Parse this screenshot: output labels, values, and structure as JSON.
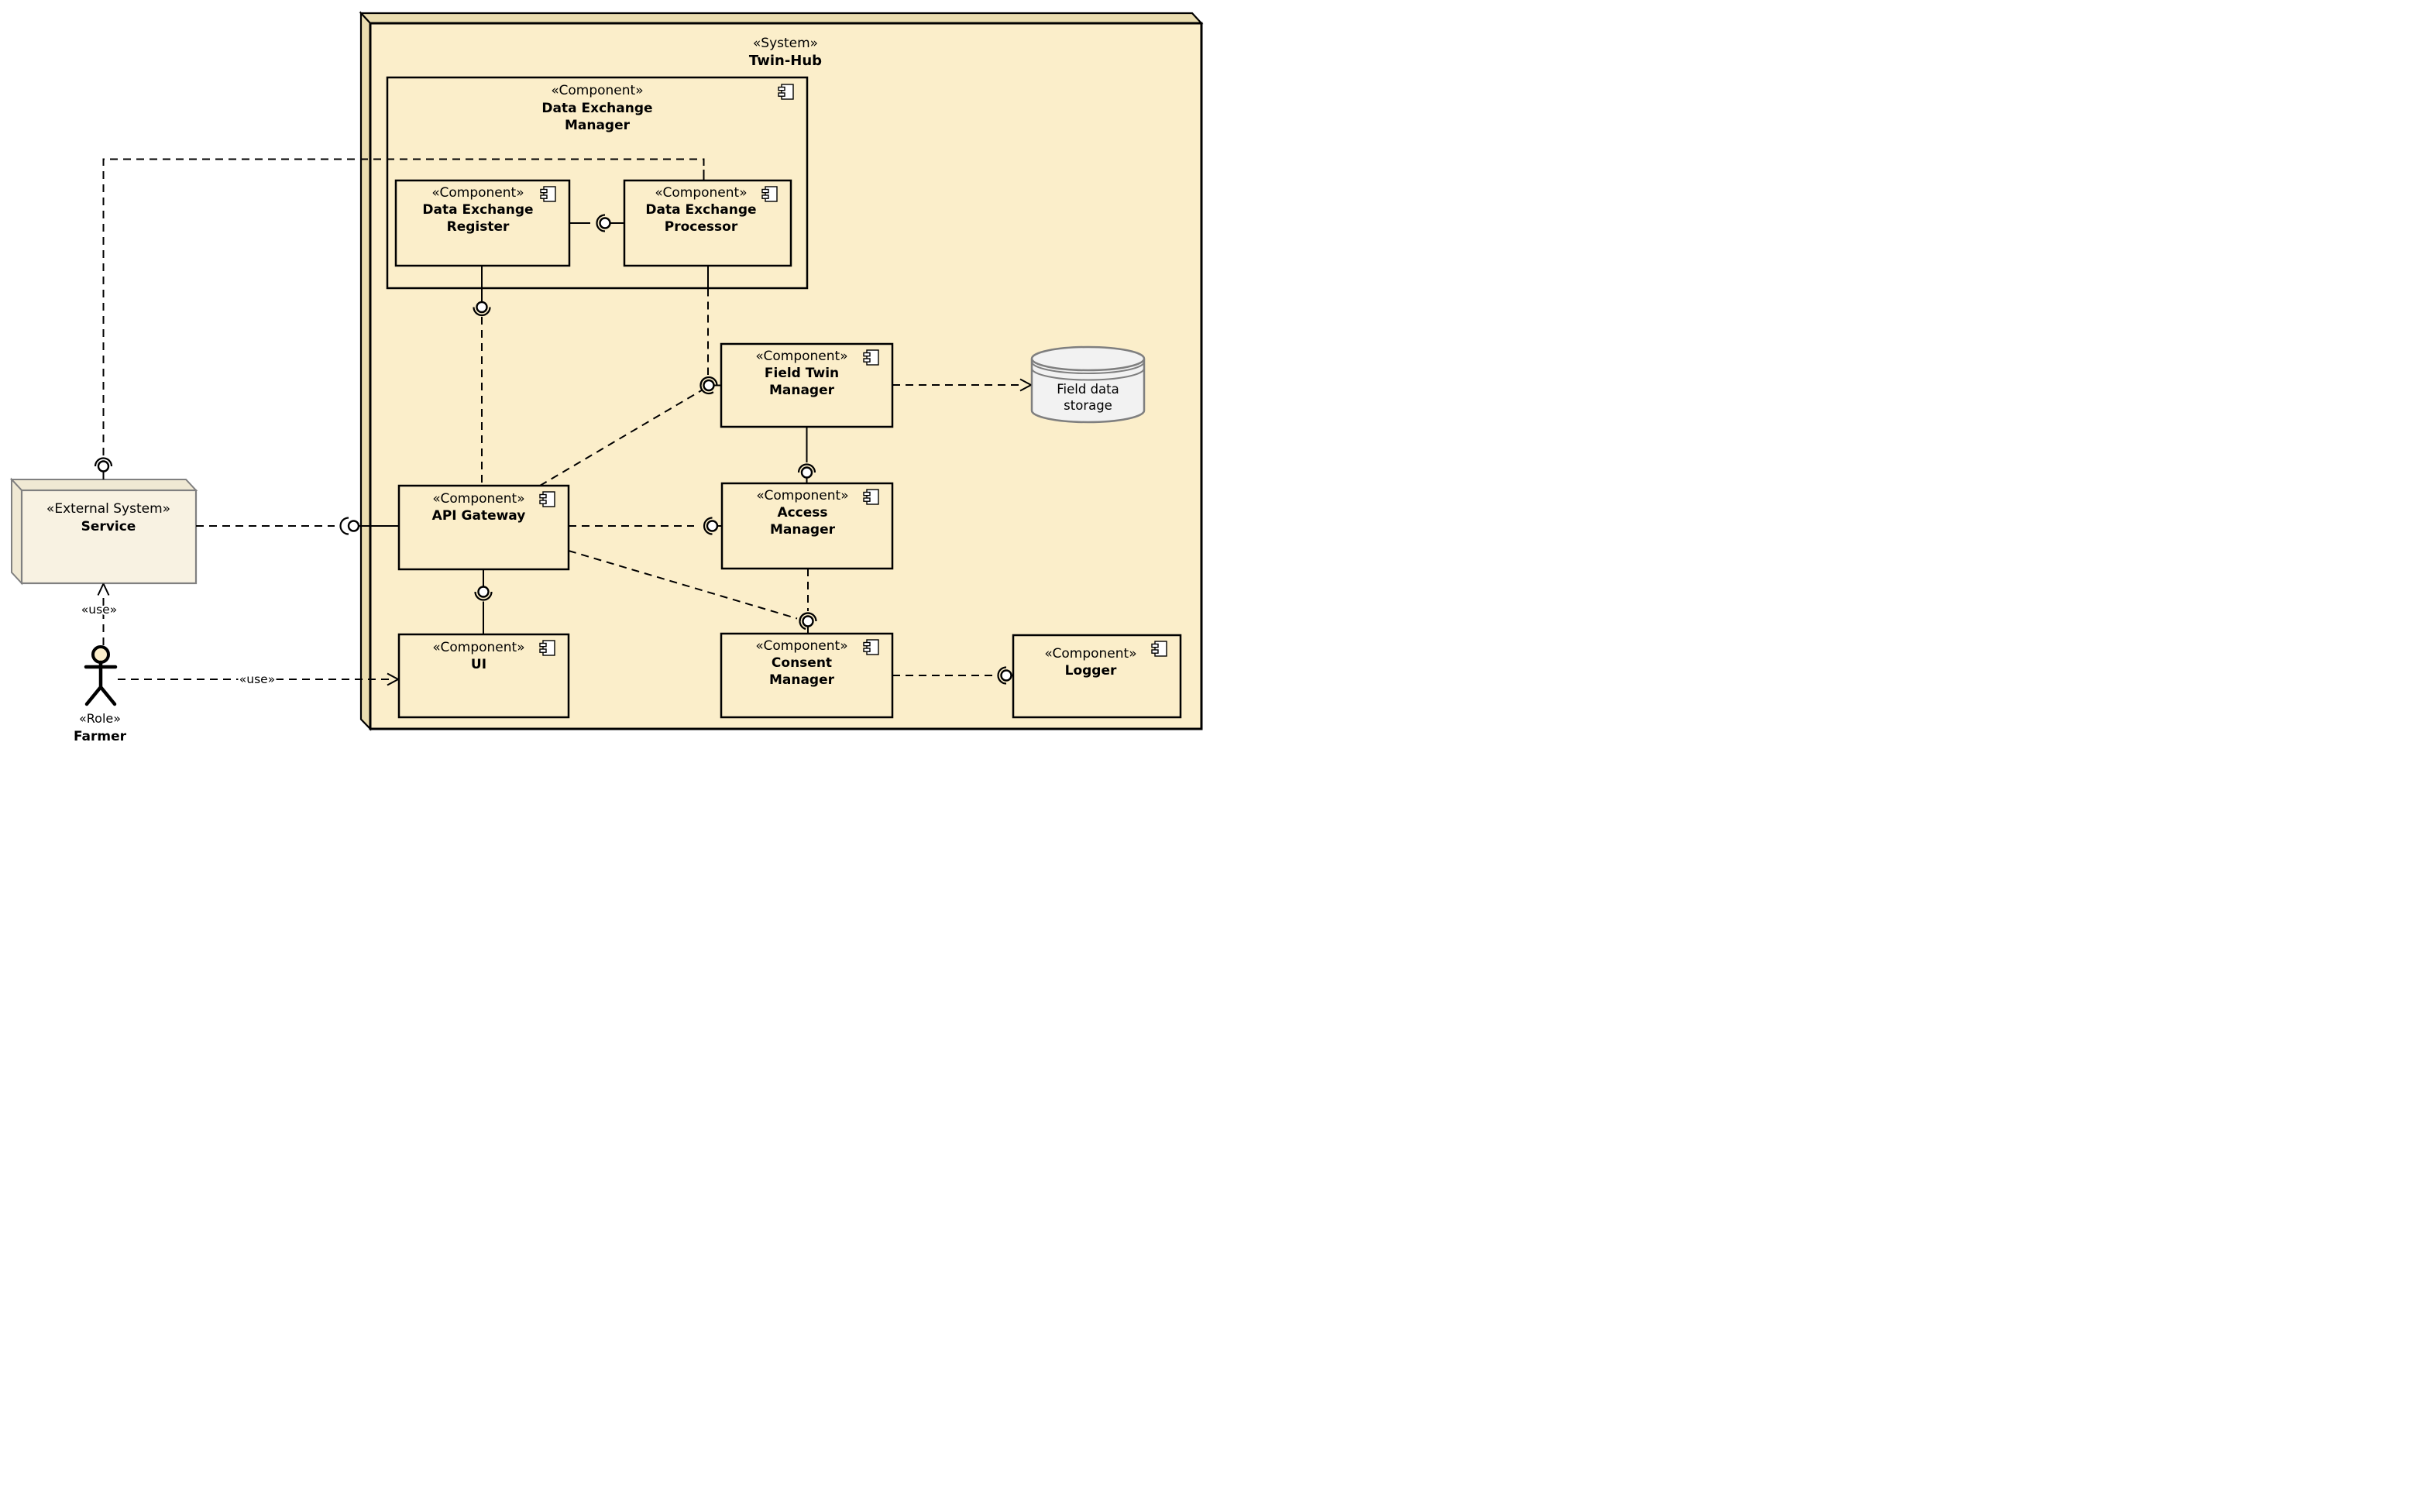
{
  "system": {
    "stereotype": "«System»",
    "name": "Twin-Hub"
  },
  "components": {
    "dem": {
      "stereotype": "«Component»",
      "name1": "Data Exchange",
      "name2": "Manager"
    },
    "register": {
      "stereotype": "«Component»",
      "name1": "Data Exchange",
      "name2": "Register"
    },
    "processor": {
      "stereotype": "«Component»",
      "name1": "Data Exchange",
      "name2": "Processor"
    },
    "ftm": {
      "stereotype": "«Component»",
      "name1": "Field Twin",
      "name2": "Manager"
    },
    "api": {
      "stereotype": "«Component»",
      "name1": "API Gateway"
    },
    "access": {
      "stereotype": "«Component»",
      "name1": "Access",
      "name2": "Manager"
    },
    "ui": {
      "stereotype": "«Component»",
      "name1": "UI"
    },
    "consent": {
      "stereotype": "«Component»",
      "name1": "Consent",
      "name2": "Manager"
    },
    "logger": {
      "stereotype": "«Component»",
      "name1": "Logger"
    }
  },
  "external_system": {
    "stereotype": "«External System»",
    "name": "Service"
  },
  "actor": {
    "stereotype": "«Role»",
    "name": "Farmer"
  },
  "storage": {
    "line1": "Field data",
    "line2": "storage"
  },
  "labels": {
    "use_farmer_service": "«use»",
    "use_farmer_ui": "«use»"
  },
  "colors": {
    "system_fill": "#FBEECA",
    "system_side": "#EADDB0",
    "component_fill": "#FBEECA",
    "external_fill": "#F8F2E2",
    "external_side": "#F0E9D4",
    "external_border": "#808080",
    "storage_fill": "#F2F2F2",
    "storage_border": "#7F7F7F",
    "storage_text": "#4A4A4A",
    "line": "#000000"
  }
}
